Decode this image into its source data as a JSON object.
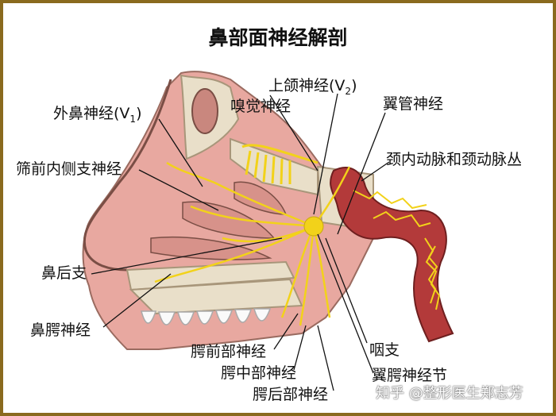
{
  "title": "鼻部面神经解剖",
  "labels": {
    "external_nasal_a": "外鼻神经(V",
    "external_nasal_sub": "1",
    "external_nasal_b": ")",
    "maxillary_a": "上颌神经(V",
    "maxillary_sub": "2",
    "maxillary_b": ")",
    "olfactory": "嗅觉神经",
    "pterygoid_canal": "翼管神经",
    "carotid": "颈内动脉和颈动脉丛",
    "ethmoidal": "筛前内侧支神经",
    "posterior_nasal": "鼻后支",
    "nasopalatine": "鼻腭神经",
    "greater_palatine": "腭前部神经",
    "middle_palatine": "腭中部神经",
    "lesser_palatine": "腭后部神经",
    "pharyngeal": "咽支",
    "pterygopalatine_ganglion": "翼腭神经节"
  },
  "watermark": "知乎 @整形医生郑志芳",
  "colors": {
    "frame": "#8a6a1e",
    "nerve": "#f2d21a",
    "tissue": "#e8a8a0",
    "bone": "#e9dfc9",
    "artery": "#b33a3a"
  }
}
